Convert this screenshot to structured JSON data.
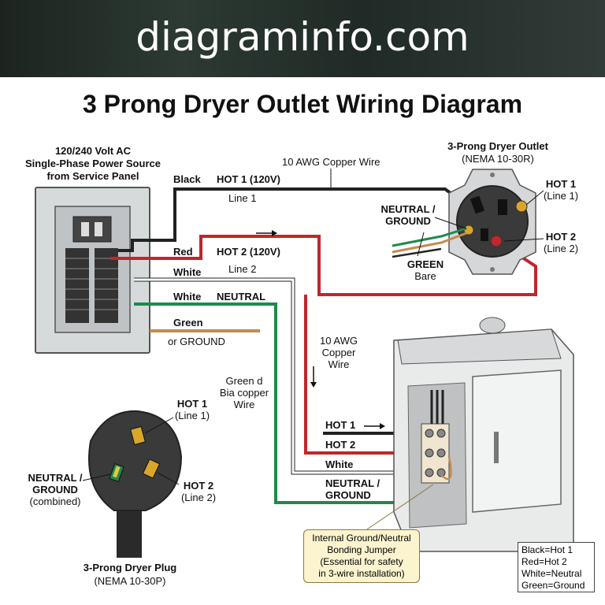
{
  "banner": {
    "site": "diagraminfo.com"
  },
  "title": "3 Prong Dryer Outlet Wiring Diagram",
  "panel": {
    "label_line1": "120/240 Volt AC",
    "label_line2": "Single-Phase Power Source",
    "label_line3": "from Service Panel"
  },
  "wires_top": {
    "copper_label": "10 AWG Copper Wire",
    "black": "Black",
    "hot1": "HOT 1 (120V)",
    "line1": "Line 1",
    "red": "Red",
    "hot2": "HOT 2 (120V)",
    "white": "White",
    "line2": "Line 2",
    "white2": "White",
    "neutral": "NEUTRAL",
    "green": "Green",
    "or_ground": "or GROUND"
  },
  "outlet": {
    "title": "3-Prong Dryer Outlet",
    "model": "(NEMA 10-30R)",
    "hot1_a": "HOT 1",
    "hot1_b": "(Line 1)",
    "hot2_a": "HOT 2",
    "hot2_b": "(Line 2)",
    "neutral_a": "NEUTRAL /",
    "neutral_b": "GROUND",
    "green": "GREEN",
    "bare": "Bare"
  },
  "middle": {
    "awg_a": "10 AWG",
    "awg_b": "Copper",
    "awg_c": "Wire",
    "green_a": "Green d",
    "green_b": "Bia copper",
    "green_c": "Wire"
  },
  "dryer_wires": {
    "hot1": "HOT 1",
    "hot2": "HOT 2",
    "white": "White",
    "neutral_a": "NEUTRAL /",
    "neutral_b": "GROUND"
  },
  "plug": {
    "hot1_a": "HOT 1",
    "hot1_b": "(Line 1)",
    "hot2_a": "HOT 2",
    "hot2_b": "(Line 2)",
    "neutral_a": "NEUTRAL /",
    "neutral_b": "GROUND",
    "neutral_c": "(combined)",
    "title": "3-Prong Dryer Plug",
    "model": "(NEMA 10-30P)"
  },
  "callout": {
    "line1": "Internal Ground/Neutral",
    "line2": "Bonding Jumper",
    "line3": "(Essential for safety",
    "line4": "in 3-wire installation)"
  },
  "legend": {
    "l1": "Black=Hot 1",
    "l2": "Red=Hot 2",
    "l3": "White=Neutral",
    "l4": "Green=Ground"
  },
  "colors": {
    "black_wire": "#222222",
    "red_wire": "#c0262b",
    "white_wire": "#ffffff",
    "green_wire": "#1e8a4a",
    "bare_wire": "#c58a4f"
  }
}
